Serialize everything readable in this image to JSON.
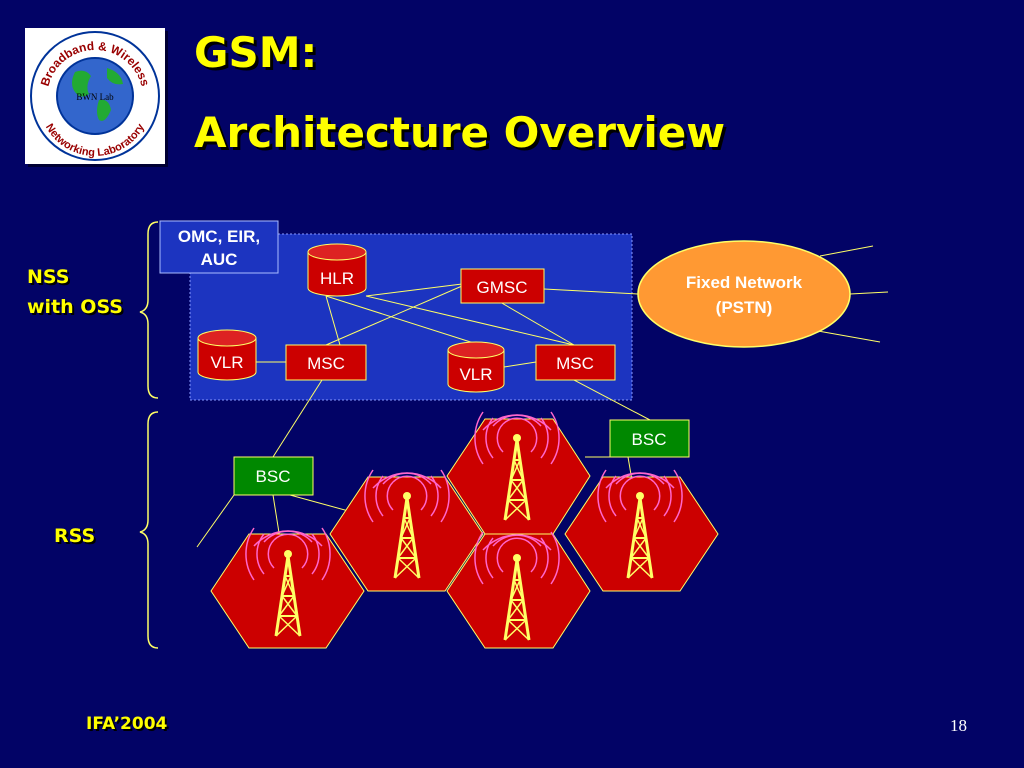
{
  "slide": {
    "title_line1": "GSM:",
    "title_line2": "Architecture Overview",
    "footer": "IFA’2004",
    "page_number": "18"
  },
  "logo": {
    "arc_text_top": "Broadband & Wireless",
    "arc_text_bottom": "Networking Laboratory",
    "center_text": "BWN Lab"
  },
  "groups": {
    "nss_line1": "NSS",
    "nss_line2": "with OSS",
    "rss": "RSS"
  },
  "nodes": {
    "omc_line1": "OMC, EIR,",
    "omc_line2": "AUC",
    "hlr": "HLR",
    "gmsc": "GMSC",
    "vlr_left": "VLR",
    "msc_left": "MSC",
    "vlr_right": "VLR",
    "msc_right": "MSC",
    "fixed_line1": "Fixed Network",
    "fixed_line2": "(PSTN)",
    "bsc_left": "BSC",
    "bsc_right": "BSC"
  },
  "colors": {
    "background": "#020366",
    "title": "#ffff00",
    "nss_panel": "#1c34c0",
    "node_red": "#cc0000",
    "fixed_network": "#ff9933",
    "bsc_green": "#008800",
    "cell_red": "#cc0000",
    "line": "#ffff66"
  }
}
